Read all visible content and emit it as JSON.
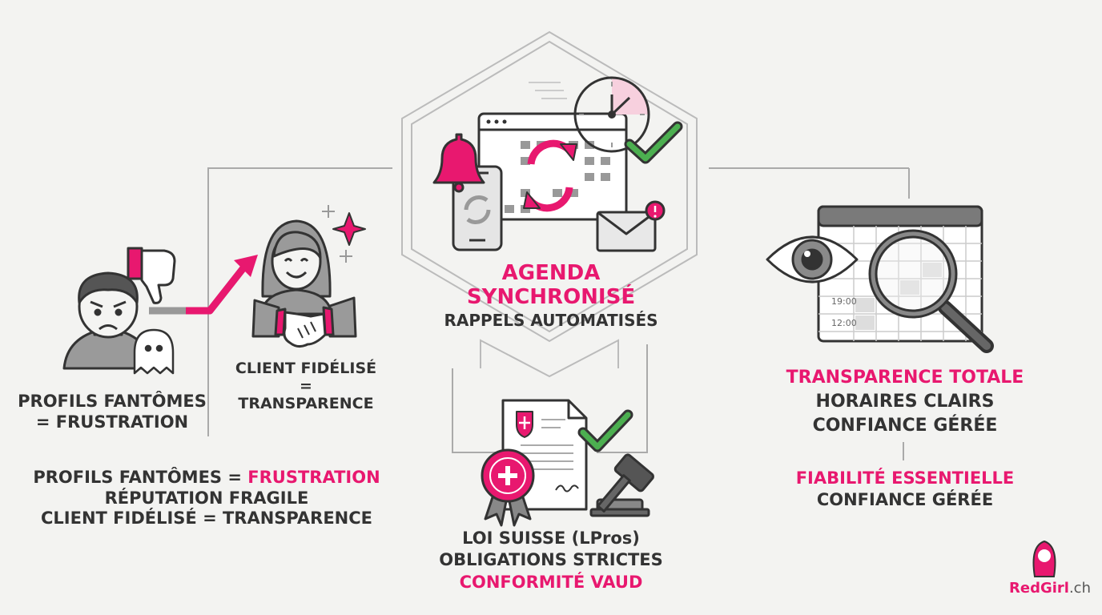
{
  "left": {
    "caption1": {
      "line1": "PROFILS FANTÔMES",
      "line2": "= FRUSTRATION"
    },
    "caption2": {
      "line1": "CLIENT FIDÉLISÉ",
      "line2": "=",
      "line3": "TRANSPARENCE"
    },
    "summary": {
      "line1_prefix": "PROFILS FANTÔMES = ",
      "line1_highlight": "FRUSTRATION",
      "line2": "RÉPUTATION FRAGILE",
      "line3": "CLIENT FIDÉLISÉ = TRANSPARENCE"
    }
  },
  "center": {
    "title_line1": "AGENDA",
    "title_line2": "SYNCHRONISÉ",
    "subtitle": "RAPPELS AUTOMATISÉS"
  },
  "law": {
    "line1": "LOI SUISSE (LPros)",
    "line2": "OBLIGATIONS STRICTES",
    "line3": "CONFORMITÉ VAUD"
  },
  "right": {
    "title": "TRANSPARENCE TOTALE",
    "line2": "HORAIRES CLAIRS",
    "line3": "CONFIANCE GÉRÉE",
    "title2": "FIABILITÉ ESSENTIELLE",
    "line4": "CONFIANCE GÉRÉE",
    "schedule_times": [
      "19:00",
      "12:00"
    ]
  },
  "brand": {
    "part1": "RedGirl",
    "part2": ".ch"
  },
  "colors": {
    "accent": "#e8186f",
    "ink": "#333333",
    "gray": "#9a9a9a",
    "background": "#f3f3f1"
  },
  "icons": [
    "angry-man-icon",
    "thumbs-down-icon",
    "ghost-icon",
    "trend-arrow-icon",
    "smiling-woman-icon",
    "handshake-icon",
    "sparkle-icon",
    "bell-icon",
    "phone-sync-icon",
    "calendar-window-icon",
    "sync-icon",
    "clock-icon",
    "checkmark-icon",
    "mail-alert-icon",
    "document-icon",
    "seal-icon",
    "gavel-icon",
    "eye-icon",
    "magnifier-icon",
    "schedule-icon",
    "brand-logo-icon"
  ]
}
